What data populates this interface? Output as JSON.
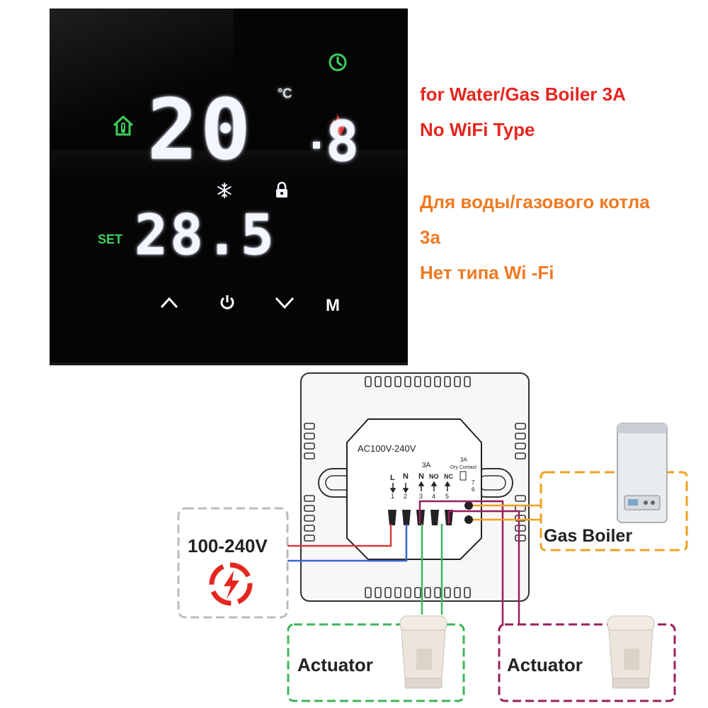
{
  "thermostat": {
    "current_temp": "20",
    "current_temp_decimal": "8",
    "unit": "°C",
    "set_label": "SET",
    "set_temp": "28.5",
    "buttons": {
      "up": "^",
      "power": "power",
      "down": "v",
      "mode": "M"
    },
    "icons": [
      "home-thermometer-icon",
      "clock-icon",
      "flame-icon",
      "snowflake-icon",
      "lock-icon",
      "power-icon"
    ],
    "colors": {
      "segment": "#f4f6ff",
      "green": "#3ccf5a",
      "flame": "#e5261f"
    }
  },
  "specs": {
    "en_line1": "for Water/Gas Boiler 3A",
    "en_line2": "No WiFi Type",
    "ru_line1": "Для воды/газового котла",
    "ru_line2": "3а",
    "ru_line3": "Нет типа Wi -Fi",
    "colors": {
      "en": "#e5261f",
      "ru": "#ef7a22"
    }
  },
  "wiring": {
    "power_label": "AC100V-240V",
    "current_label": "3A",
    "dry_contact_current": "3A",
    "dry_contact_label": "Dry Contact",
    "terminals": [
      {
        "name": "L",
        "num": "1"
      },
      {
        "name": "N",
        "num": "2"
      },
      {
        "name": "N",
        "num": "3"
      },
      {
        "name": "NO",
        "num": "4"
      },
      {
        "name": "NC",
        "num": "5"
      }
    ],
    "dry_terminals": [
      "7",
      "6"
    ],
    "supply_label": "100-240V",
    "boiler_label": "Gas Boiler",
    "actuator_left_label": "Actuator",
    "actuator_right_label": "Actuator",
    "colors": {
      "live": "#d63a3a",
      "neutral": "#3a64c8",
      "actuator_left": "#3eb45a",
      "actuator_right": "#9a1f5c",
      "boiler_box": "#f0a020",
      "supply_box": "#bbbbbb"
    }
  }
}
